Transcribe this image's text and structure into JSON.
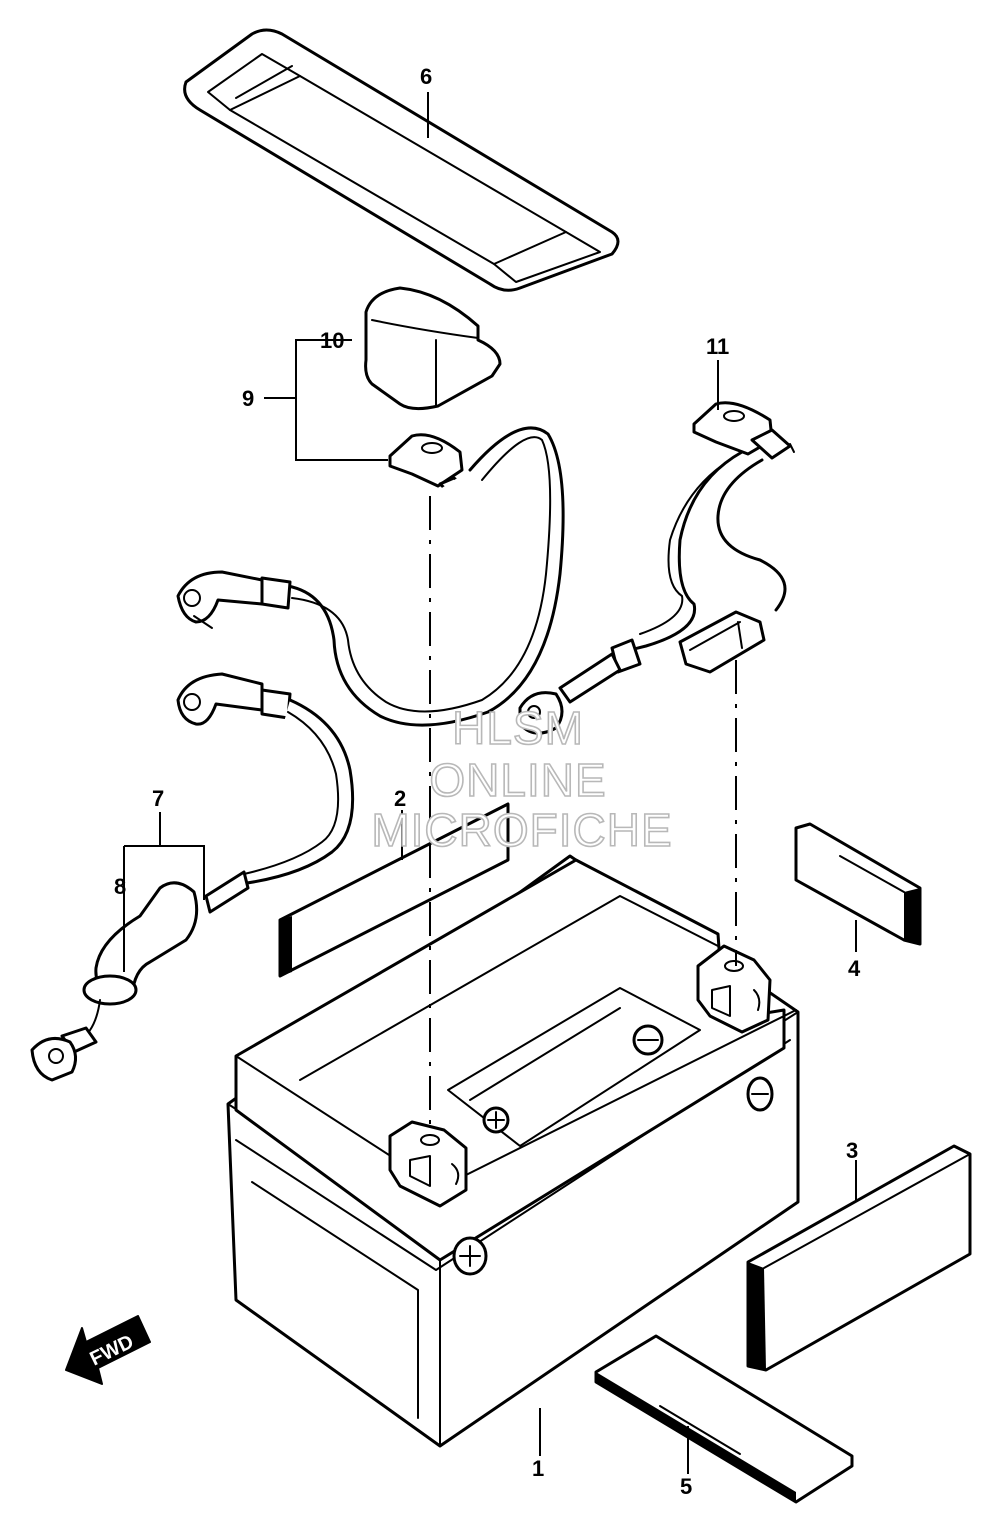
{
  "diagram": {
    "callouts": [
      "1",
      "2",
      "3",
      "4",
      "5",
      "6",
      "7",
      "8",
      "9",
      "10",
      "11"
    ],
    "direction_label": "FWD",
    "watermark": [
      "HLSM",
      "ONLINE",
      "MICROFICHE"
    ]
  },
  "colors": {
    "ink": "#000000",
    "paper": "#ffffff",
    "watermark": "#b8b8b8"
  },
  "icons": [
    "fwd-arrow-icon"
  ]
}
